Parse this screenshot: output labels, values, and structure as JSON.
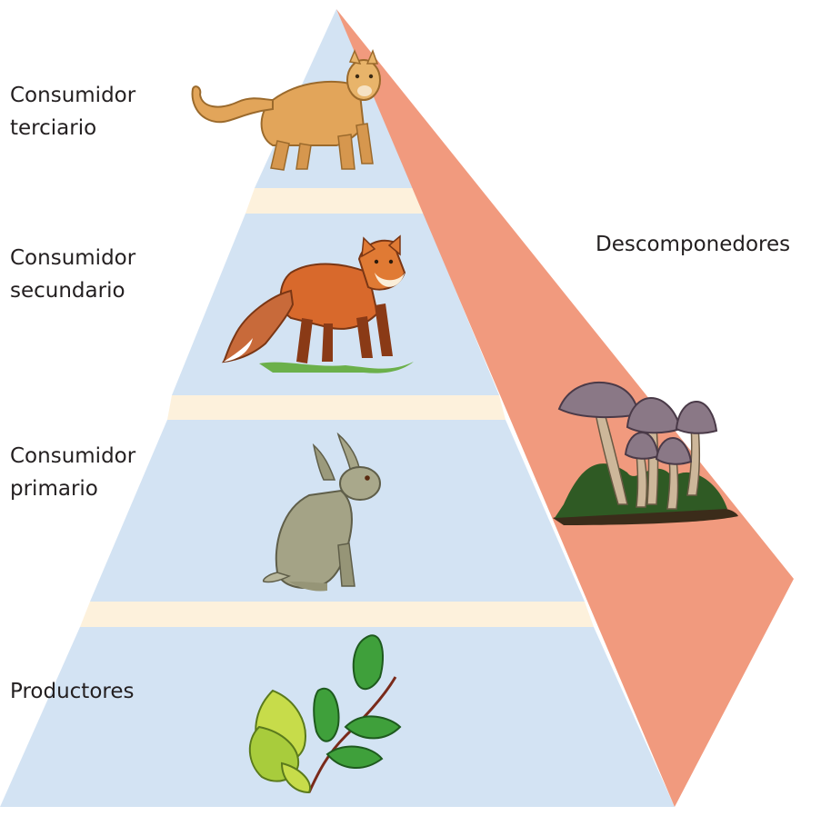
{
  "levels": {
    "tertiary": {
      "line1": "Consumidor",
      "line2": "terciario"
    },
    "secondary": {
      "line1": "Consumidor",
      "line2": "secundario"
    },
    "primary": {
      "line1": "Consumidor",
      "line2": "primario"
    },
    "producers": {
      "label": "Productores"
    }
  },
  "decomposers": {
    "label": "Descomponedores"
  },
  "colors": {
    "level_fill": "#d3e3f3",
    "band_fill": "#fdf1dc",
    "decomposer_fill": "#f19a7e",
    "text": "#231f20"
  },
  "icons": [
    "puma-icon",
    "fox-icon",
    "hare-icon",
    "plant-icon",
    "mushrooms-icon"
  ]
}
